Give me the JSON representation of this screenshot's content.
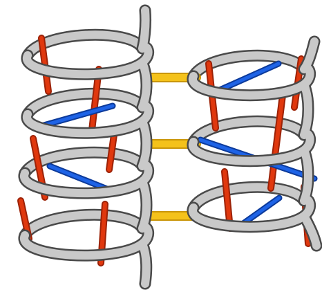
{
  "diagram": {
    "kind": "double-helix-bundle-illustration",
    "text": [],
    "colors": {
      "background": "#ffffff",
      "helix_outline": "#4a4a4a",
      "helix_fill": "#c9c9c9",
      "rung_red": "#e0380e",
      "rung_red_dark": "#9c2207",
      "rung_blue": "#1e63e6",
      "rung_blue_dark": "#0c3a9a",
      "bridge_yellow": "#f4c21b",
      "bridge_yellow_dark": "#c9960a"
    },
    "helices": [
      {
        "name": "left-helix",
        "turns": 4
      },
      {
        "name": "right-helix",
        "turns": 3
      }
    ],
    "rungs": {
      "left_red_count": 6,
      "left_blue_count": 2,
      "right_red_count": 5,
      "right_blue_count": 3
    },
    "bridges": {
      "count": 3,
      "color_name": "yellow"
    }
  }
}
